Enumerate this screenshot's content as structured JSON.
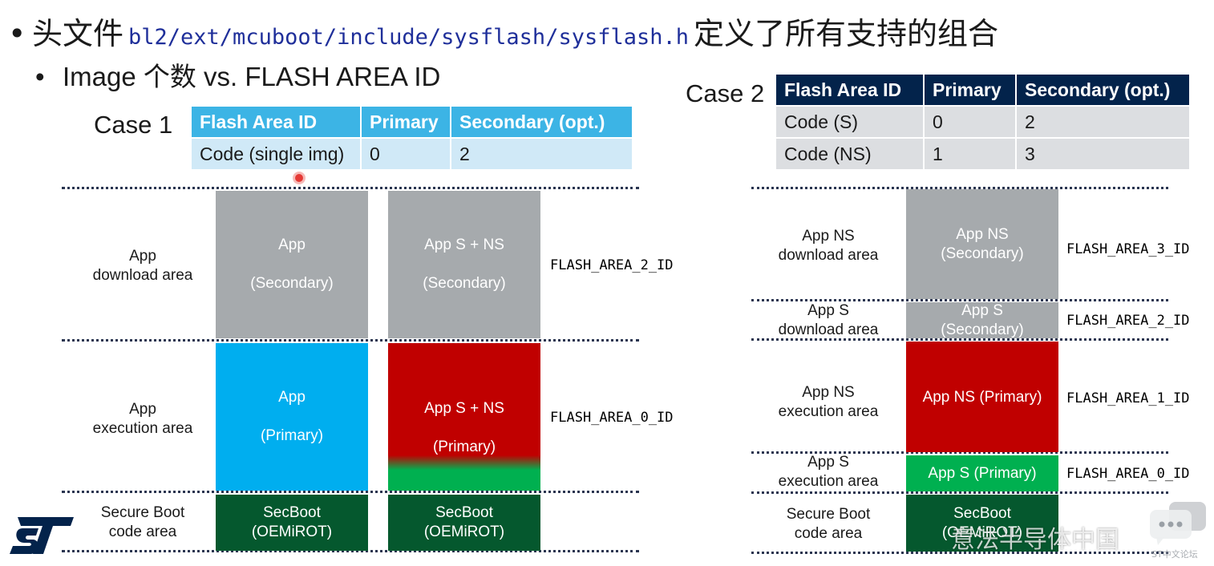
{
  "title": {
    "bullet": "•",
    "prefix": "头文件",
    "path": "bl2/ext/mcuboot/include/sysflash/sysflash.h",
    "suffix": "定义了所有支持的组合"
  },
  "subtitle": {
    "bullet": "•",
    "text": "Image 个数 vs. FLASH AREA ID"
  },
  "case1": {
    "label": "Case 1",
    "table": {
      "headers": [
        "Flash Area ID",
        "Primary",
        "Secondary (opt.)"
      ],
      "rows": [
        [
          "Code (single img)",
          "0",
          "2"
        ]
      ]
    },
    "area_labels": {
      "download": [
        "App",
        "download area"
      ],
      "execution": [
        "App",
        "execution area"
      ],
      "secure_boot": [
        "Secure Boot",
        "code area"
      ]
    },
    "single_image": {
      "download": [
        "App",
        "(Secondary)"
      ],
      "execution": [
        "App",
        "(Primary)"
      ],
      "secboot": [
        "SecBoot",
        "(OEMiROT)"
      ]
    },
    "combined_image": {
      "download": [
        "App S + NS",
        "(Secondary)"
      ],
      "execution": [
        "App S + NS",
        "(Primary)"
      ],
      "secboot": [
        "SecBoot",
        "(OEMiROT)"
      ]
    },
    "ids": {
      "download": "FLASH_AREA_2_ID",
      "execution": "FLASH_AREA_0_ID"
    }
  },
  "case2": {
    "label": "Case 2",
    "table": {
      "headers": [
        "Flash Area ID",
        "Primary",
        "Secondary (opt.)"
      ],
      "rows": [
        [
          "Code (S)",
          "0",
          "2"
        ],
        [
          "Code (NS)",
          "1",
          "3"
        ]
      ]
    },
    "area_labels": {
      "ns_download": [
        "App NS",
        "download area"
      ],
      "s_download": [
        "App S",
        "download area"
      ],
      "ns_execution": [
        "App NS",
        "execution area"
      ],
      "s_execution": [
        "App S",
        "execution area"
      ],
      "secure_boot": [
        "Secure Boot",
        "code area"
      ]
    },
    "blocks": {
      "ns_download": [
        "App NS",
        "(Secondary)"
      ],
      "s_download": [
        "App S",
        "(Secondary)"
      ],
      "ns_execution": "App NS (Primary)",
      "s_execution": "App S (Primary)",
      "secboot": [
        "SecBoot",
        "(OEMiROT)"
      ]
    },
    "ids": {
      "ns_download": "FLASH_AREA_3_ID",
      "s_download": "FLASH_AREA_2_ID",
      "ns_execution": "FLASH_AREA_1_ID",
      "s_execution": "FLASH_AREA_0_ID"
    }
  },
  "watermark": {
    "main": "意法半导体中国",
    "sub": "ST中文论坛"
  },
  "colors": {
    "st_blue": "#03234b",
    "light_blue": "#3cb4e5",
    "secondary_gray": "#a6aaad",
    "primary_blue": "#00aeef",
    "primary_red": "#c00000",
    "green": "#00b050",
    "dark_green": "#05582e"
  }
}
